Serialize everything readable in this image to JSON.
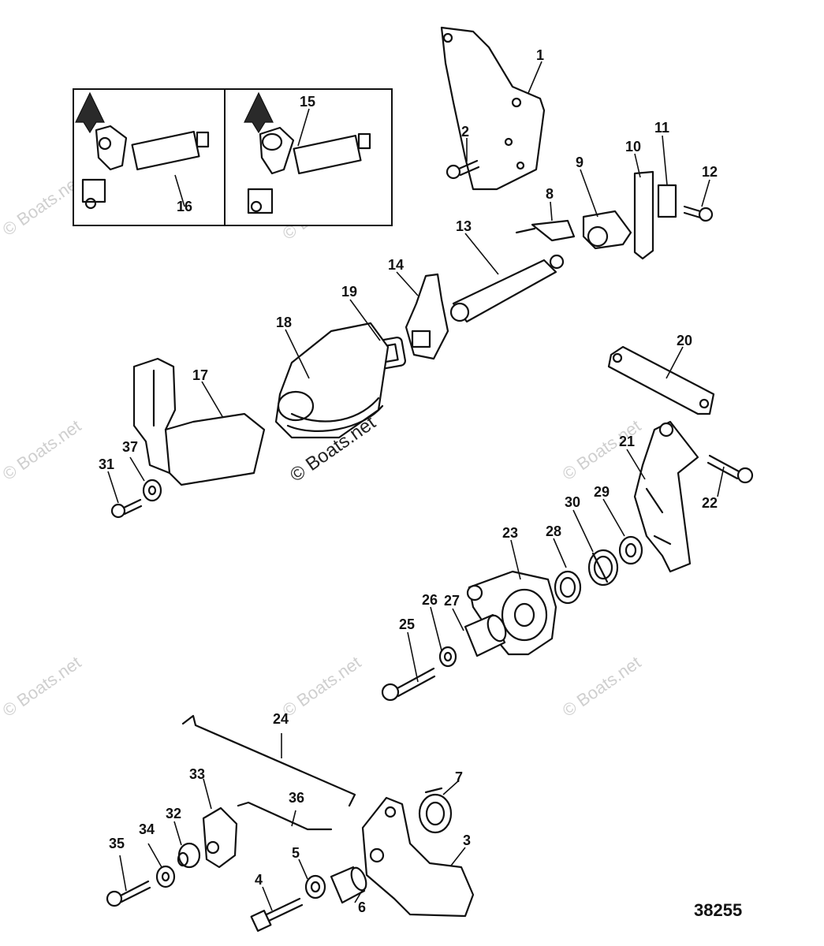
{
  "watermark": "© Boats.net",
  "reference_number": "38255",
  "callouts": [
    "1",
    "2",
    "3",
    "4",
    "5",
    "6",
    "7",
    "8",
    "9",
    "10",
    "11",
    "12",
    "13",
    "14",
    "15",
    "16",
    "17",
    "18",
    "19",
    "20",
    "21",
    "22",
    "23",
    "24",
    "25",
    "26",
    "27",
    "28",
    "29",
    "30",
    "31",
    "32",
    "33",
    "34",
    "35",
    "36",
    "37"
  ]
}
